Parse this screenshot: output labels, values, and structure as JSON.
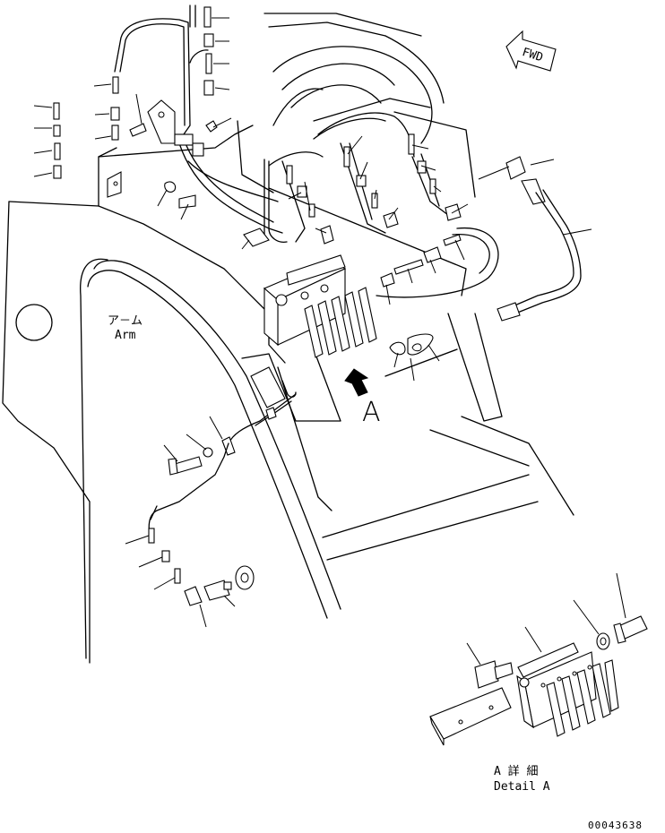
{
  "labels": {
    "arm_jp": "ア－ム",
    "arm_en": "Arm",
    "view_letter": "A",
    "fwd": "FWD",
    "detail_jp": "A 詳 細",
    "detail_en": "Detail A",
    "drawing_number": "00043638"
  }
}
